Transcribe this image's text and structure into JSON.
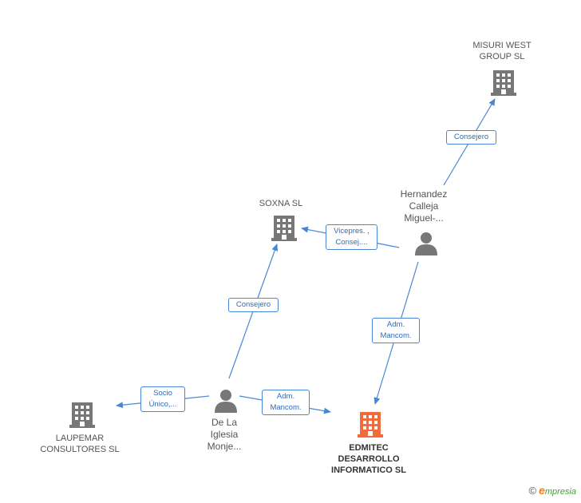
{
  "nodes": {
    "misuri": {
      "label": "MISURI WEST\nGROUP  SL",
      "type": "company"
    },
    "soxna": {
      "label": "SOXNA SL",
      "type": "company"
    },
    "hernandez": {
      "label": "Hernandez\nCalleja\nMiguel-...",
      "type": "person"
    },
    "delaiglesia": {
      "label": "De La\nIglesia\nMonje...",
      "type": "person"
    },
    "laupemar": {
      "label": "LAUPEMAR\nCONSULTORES SL",
      "type": "company"
    },
    "edmitec": {
      "label": "EDMITEC\nDESARROLLO\nINFORMATICO SL",
      "type": "company-main"
    }
  },
  "edges": {
    "hernandez_misuri": "Consejero",
    "hernandez_soxna": "Vicepres. ,\nConsej....",
    "hernandez_edmitec": "Adm.\nMancom.",
    "delaiglesia_soxna": "Consejero",
    "delaiglesia_laupemar": "Socio\nÚnico,...",
    "delaiglesia_edmitec": "Adm.\nMancom."
  },
  "colors": {
    "edge": "#4a86d8",
    "company": "#777777",
    "main_company": "#f26b3a",
    "person": "#777777"
  },
  "footer": {
    "copyright": "©",
    "brand_initial": "e",
    "brand_rest": "mpresia"
  }
}
